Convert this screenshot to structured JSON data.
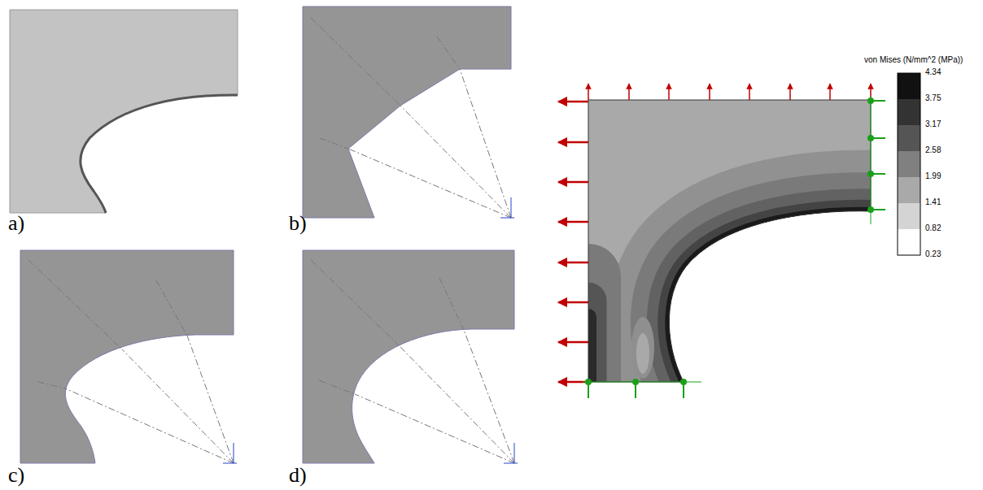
{
  "diagram": {
    "labels": [
      "a)",
      "b)",
      "c)",
      "d)",
      "von Mises (N/mm^2 (MPa))",
      "4.34",
      "3.75",
      "3.17",
      "2.58",
      "1.99",
      "1.41",
      "0.82",
      "0.23"
    ]
  }
}
